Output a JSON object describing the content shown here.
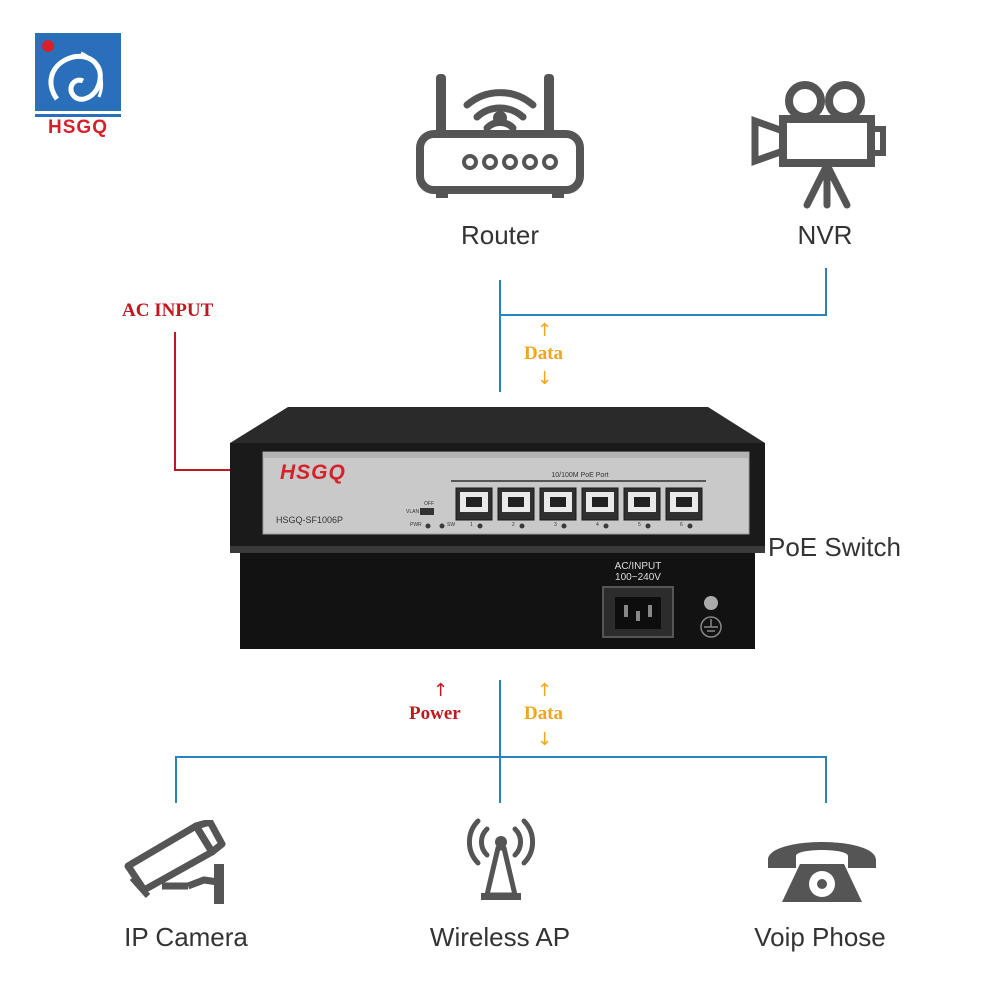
{
  "logo": {
    "text": "HSGQ"
  },
  "devices": {
    "router": {
      "label": "Router",
      "icon": "router-icon"
    },
    "nvr": {
      "label": "NVR",
      "icon": "video-camera-icon"
    },
    "switch": {
      "label": "PoE Switch"
    },
    "ip_camera": {
      "label": "IP Camera",
      "icon": "cctv-camera-icon"
    },
    "wireless_ap": {
      "label": "Wireless AP",
      "icon": "antenna-icon"
    },
    "voip_phone": {
      "label": "Voip Phose",
      "icon": "telephone-icon"
    }
  },
  "annotations": {
    "ac_input": "AC INPUT",
    "data_top": "Data",
    "data_bottom": "Data",
    "power": "Power"
  },
  "switch_panel": {
    "brand": "HSGQ",
    "model": "HSGQ-SF1006P",
    "port_group_label": "10/100M PoE Port",
    "vlan_label": "VLAN",
    "off_label": "OFF",
    "pwr_label": "PWR",
    "sw_label": "SW",
    "ac_label": "AC/INPUT",
    "voltage_label": "100~240V",
    "port_numbers": [
      "1",
      "2",
      "3",
      "4",
      "5",
      "6"
    ]
  },
  "colors": {
    "data_line": "#2a83c1",
    "ac_line": "#c0181f",
    "data_text": "#f3a51c",
    "power_text": "#c0181f",
    "icon_gray": "#555555",
    "logo_blue": "#2a6fb9",
    "logo_red": "#d8202a"
  }
}
